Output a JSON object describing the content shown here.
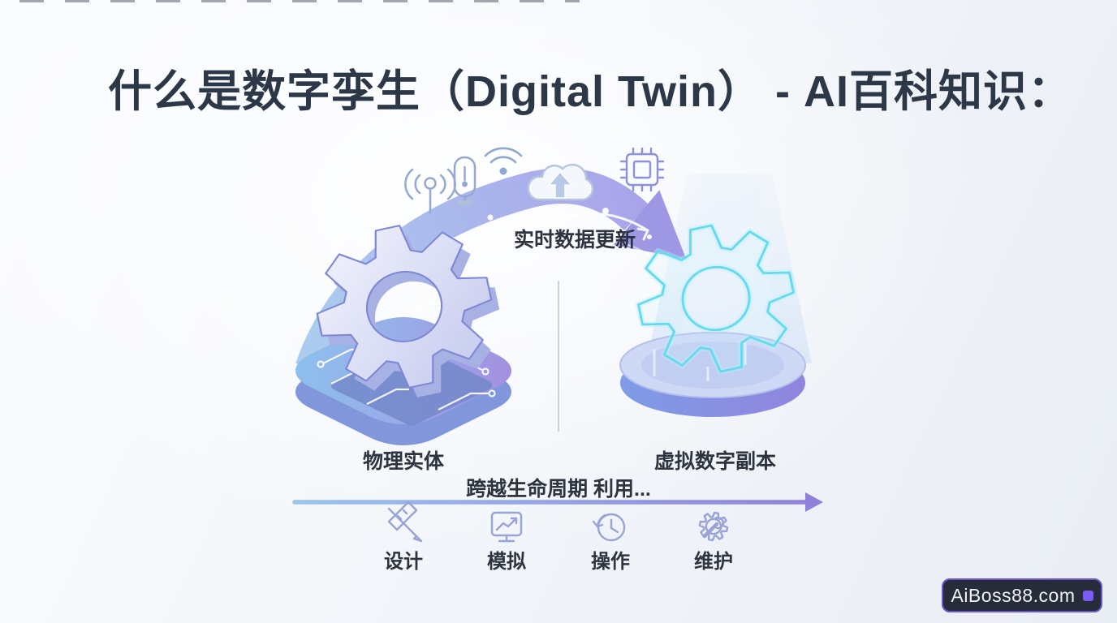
{
  "title": "什么是数字孪生（Digital Twin） - AI百科知识：",
  "diagram": {
    "data_flow_label": "实时数据更新",
    "physical_entity_label": "物理实体",
    "virtual_copy_label": "虚拟数字副本",
    "source_icons": [
      "broadcast-antenna-icon",
      "sensor-icon",
      "wifi-icon",
      "cloud-upload-icon",
      "chip-icon"
    ],
    "lifecycle": {
      "caption": "跨越生命周期 利用...",
      "stages": [
        {
          "label": "设计",
          "icon": "design-tools-icon"
        },
        {
          "label": "模拟",
          "icon": "monitor-chart-icon"
        },
        {
          "label": "操作",
          "icon": "history-clock-icon"
        },
        {
          "label": "维护",
          "icon": "gear-wrench-icon"
        }
      ]
    }
  },
  "watermark": {
    "text": "AiBoss88.com"
  },
  "colors": {
    "title_text": "#2c3747",
    "label_text": "#2d3440",
    "flow_band_start": "#a7c9ee",
    "flow_band_end": "#a59fe8",
    "hologram_cyan": "#66d9ee",
    "icon_stroke": "#9aa3d6",
    "watermark_bg": "#272c3a",
    "watermark_border": "#6a57cc",
    "watermark_accent": "#7a5cf0"
  }
}
